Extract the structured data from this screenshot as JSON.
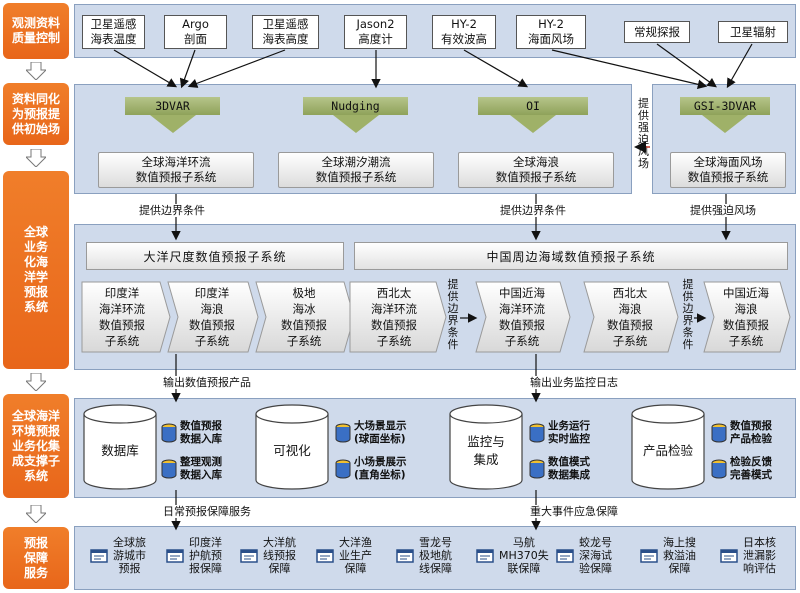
{
  "stages": [
    {
      "id": "qc",
      "label": "观测资料\n质量控制"
    },
    {
      "id": "assim",
      "label": "资料同化\n为预报提\n供初始场"
    },
    {
      "id": "forecast",
      "label": "全球\n业务\n化海\n洋学\n预报\n系统"
    },
    {
      "id": "support",
      "label": "全球海洋\n环境预报\n业务化集\n成支撑子\n系统"
    },
    {
      "id": "service",
      "label": "预报\n保障\n服务"
    }
  ],
  "observations": [
    "卫星遥感\n海表温度",
    "Argo\n剖面",
    "卫星遥感\n海表高度",
    "Jason2\n高度计",
    "HY-2\n有效波高",
    "HY-2\n海面风场",
    "常规探报",
    "卫星辐射"
  ],
  "methods": [
    "3DVAR",
    "Nudging",
    "OI",
    "GSI-3DVAR"
  ],
  "assim_systems": [
    "全球海洋环流\n数值预报子系统",
    "全球潮汐潮流\n数值预报子系统",
    "全球海浪\n数值预报子系统",
    "全球海面风场\n数值预报子系统"
  ],
  "side_label_wind": "提供强迫风场",
  "arrow_labels": {
    "boundary_1": "提供边界条件",
    "boundary_2": "提供边界条件",
    "wind_forcing": "提供强迫风场",
    "output_products": "输出数值预报产品",
    "output_logs": "输出业务监控日志",
    "daily_service": "日常预报保障服务",
    "emergency_service": "重大事件应急保障"
  },
  "forecast_headers": {
    "ocean": "大洋尺度数值预报子系统",
    "china": "中国周边海域数值预报子系统"
  },
  "ocean_systems": [
    "印度洋\n海洋环流\n数值预报\n子系统",
    "印度洋\n海浪\n数值预报\n子系统",
    "极地\n海冰\n数值预报\n子系统"
  ],
  "china_systems": [
    "西北太\n海洋环流\n数值预报\n子系统",
    "中国近海\n海洋环流\n数值预报\n子系统",
    "西北太\n海浪\n数值预报\n子系统",
    "中国近海\n海浪\n数值预报\n子系统"
  ],
  "china_boundary_labels": [
    "提供边界条件",
    "提供边界条件"
  ],
  "support_units": [
    {
      "name": "数据库",
      "items": [
        "数值预报\n数据入库",
        "整理观测\n数据入库"
      ]
    },
    {
      "name": "可视化",
      "items": [
        "大场景显示\n(球面坐标)",
        "小场景展示\n(直角坐标)"
      ]
    },
    {
      "name": "监控与\n集成",
      "items": [
        "业务运行\n实时监控",
        "数值模式\n数据集成"
      ]
    },
    {
      "name": "产品检验",
      "items": [
        "数值预报\n产品检验",
        "检验反馈\n完善模式"
      ]
    }
  ],
  "services": [
    "全球旅\n游城市\n预报",
    "印度洋\n护航预\n报保障",
    "大洋航\n线预报\n保障",
    "大洋渔\n业生产\n保障",
    "雪龙号\n极地航\n线保障",
    "马航\nMH370失\n联保障",
    "蛟龙号\n深海试\n验保障",
    "海上搜\n救溢油\n保障",
    "日本核\n泄漏影\n响评估"
  ],
  "colors": {
    "stage": "#ec7022",
    "panel": "#cfdaeb",
    "method": "#9fb168",
    "arrow_side": "#c0392b"
  }
}
